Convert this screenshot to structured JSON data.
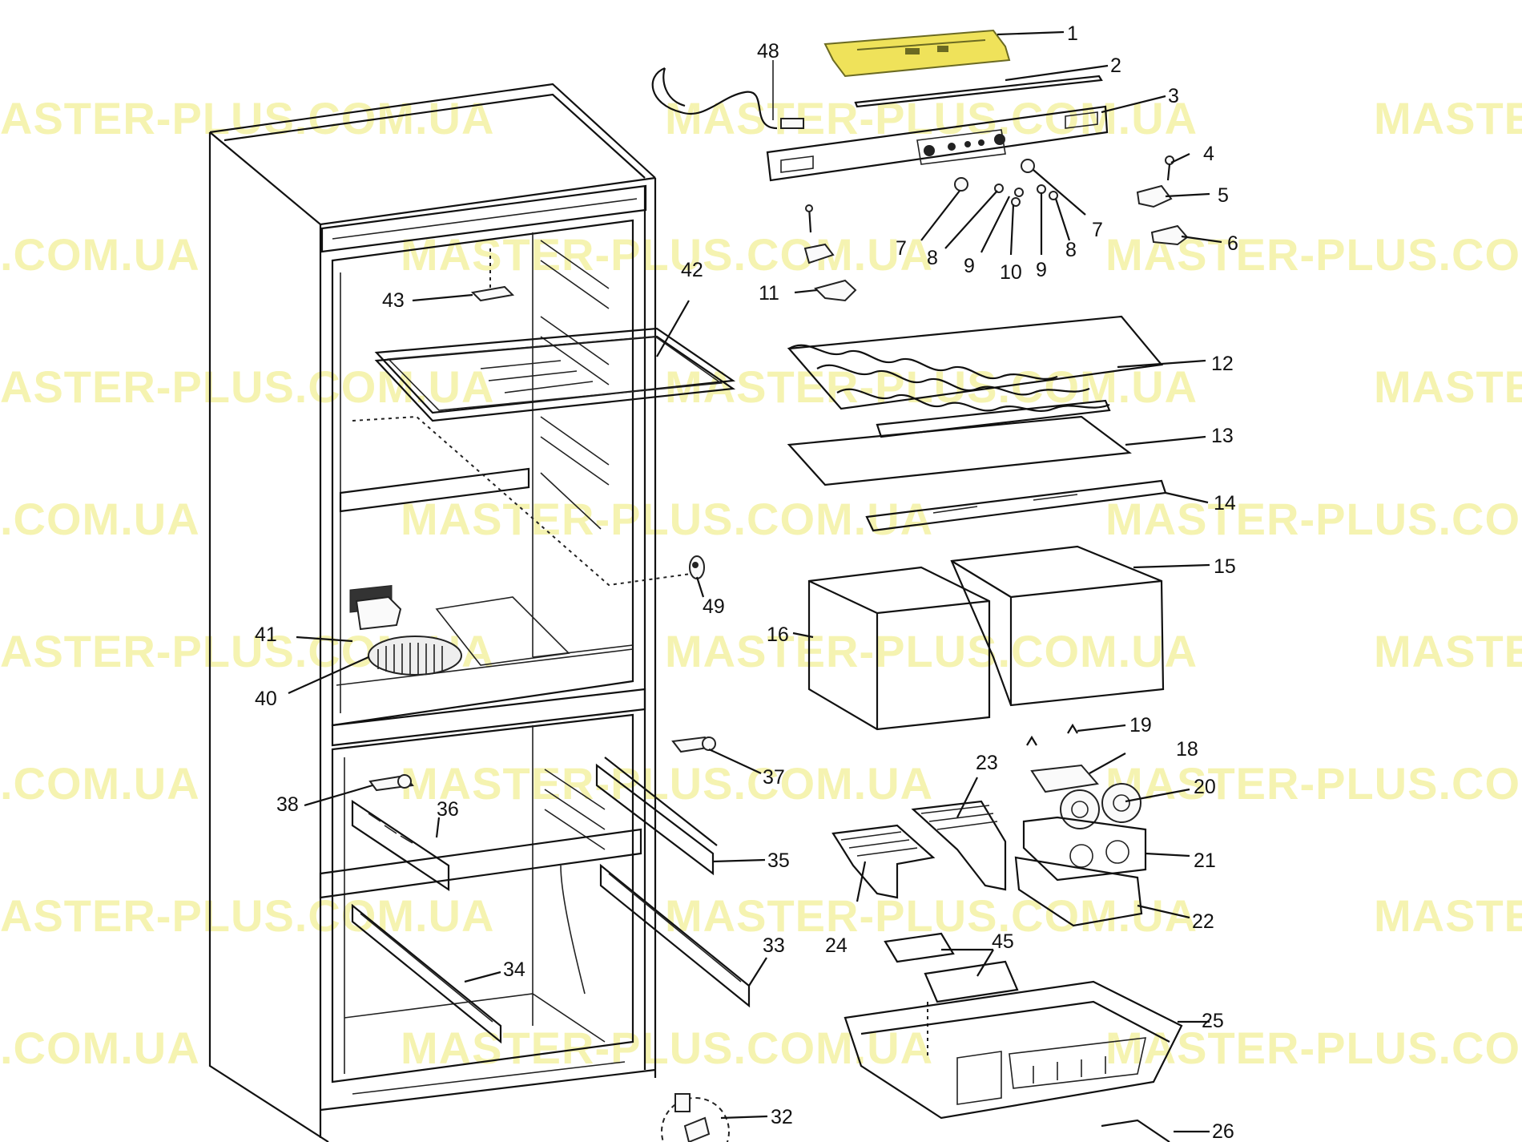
{
  "watermark": {
    "text_full": "MASTER-PLUS.COM.UA",
    "text_left": "ASTER-PLUS.COM.UA",
    "text_left_alt": ".COM.UA",
    "text_right": "MASTE",
    "text_right_alt": "MASTER-PLUS.COM"
  },
  "part_numbers": [
    "1",
    "2",
    "3",
    "4",
    "5",
    "6",
    "7",
    "7",
    "8",
    "9",
    "10",
    "9",
    "8",
    "11",
    "12",
    "13",
    "14",
    "15",
    "16",
    "18",
    "19",
    "20",
    "21",
    "22",
    "23",
    "24",
    "25",
    "26",
    "32",
    "33",
    "34",
    "35",
    "36",
    "37",
    "38",
    "40",
    "41",
    "42",
    "43",
    "45",
    "48",
    "49"
  ],
  "colors": {
    "highlight_part": "#efe25a",
    "watermark": "#f4f2a4",
    "line": "#111111"
  }
}
